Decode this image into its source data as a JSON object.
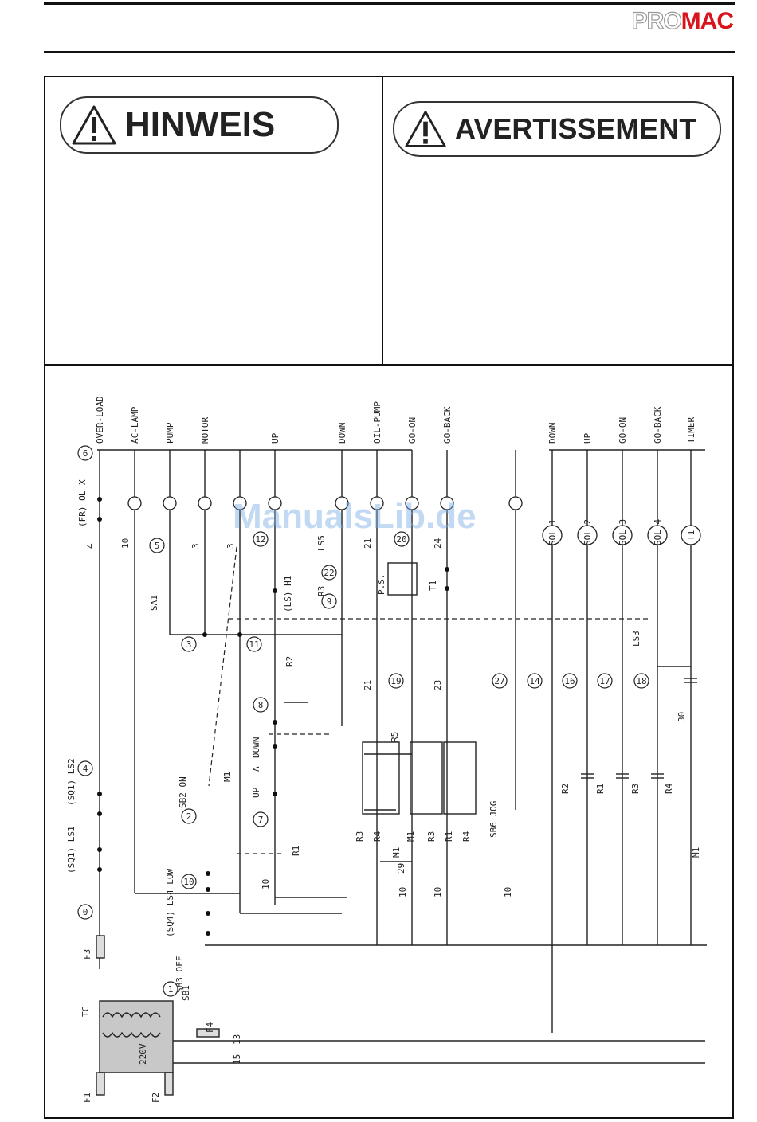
{
  "header": {
    "logo_pro": "PRO",
    "logo_mac": "MAC",
    "brand_red": "#d8141c"
  },
  "warnings": {
    "left_title": "HINWEIS",
    "right_title": "AVERTISSEMENT",
    "icon": "warning-triangle-icon"
  },
  "watermark": "ManualsLib.de",
  "diagram": {
    "column_labels": [
      "OVER-LOAD",
      "AC-LAMP",
      "PUMP",
      "MOTOR",
      "UP",
      "DOWN",
      "OIL-PUMP",
      "GO-ON",
      "GO-BACK",
      "DOWN",
      "UP",
      "GO-ON",
      "GO-BACK",
      "TIMER"
    ],
    "component_labels": [
      "(FR) OL X",
      "SA1",
      "LS5",
      "R3",
      "(LS) H1",
      "R2",
      "SB2 ON",
      "M1",
      "UP",
      "DOWN",
      "A",
      "R1",
      "R3",
      "R4",
      "M1",
      "R3",
      "R1",
      "R4",
      "R5",
      "(SQ1) LS2",
      "(SQ1) LS1",
      "(SQ4) LS4 LOW",
      "SB3 OFF",
      "SB1",
      "TC",
      "220V",
      "F1",
      "F2",
      "F3",
      "F4",
      "P.S.",
      "T1",
      "LS3",
      "SB6 JOG",
      "SOL 1",
      "SOL 2",
      "SOL 3",
      "SOL 4",
      "T1",
      "R2",
      "R1",
      "R3",
      "R4",
      "M1",
      "M1"
    ],
    "node_numbers": [
      "6",
      "4",
      "0",
      "1",
      "2",
      "10",
      "3",
      "5",
      "7",
      "8",
      "9",
      "11",
      "12",
      "19",
      "20",
      "22",
      "27",
      "14",
      "16",
      "17",
      "18"
    ],
    "wire_numbers": [
      "4",
      "10",
      "3",
      "3",
      "21",
      "24",
      "21",
      "23",
      "29",
      "10",
      "10",
      "10",
      "10",
      "30",
      "13",
      "15"
    ]
  }
}
